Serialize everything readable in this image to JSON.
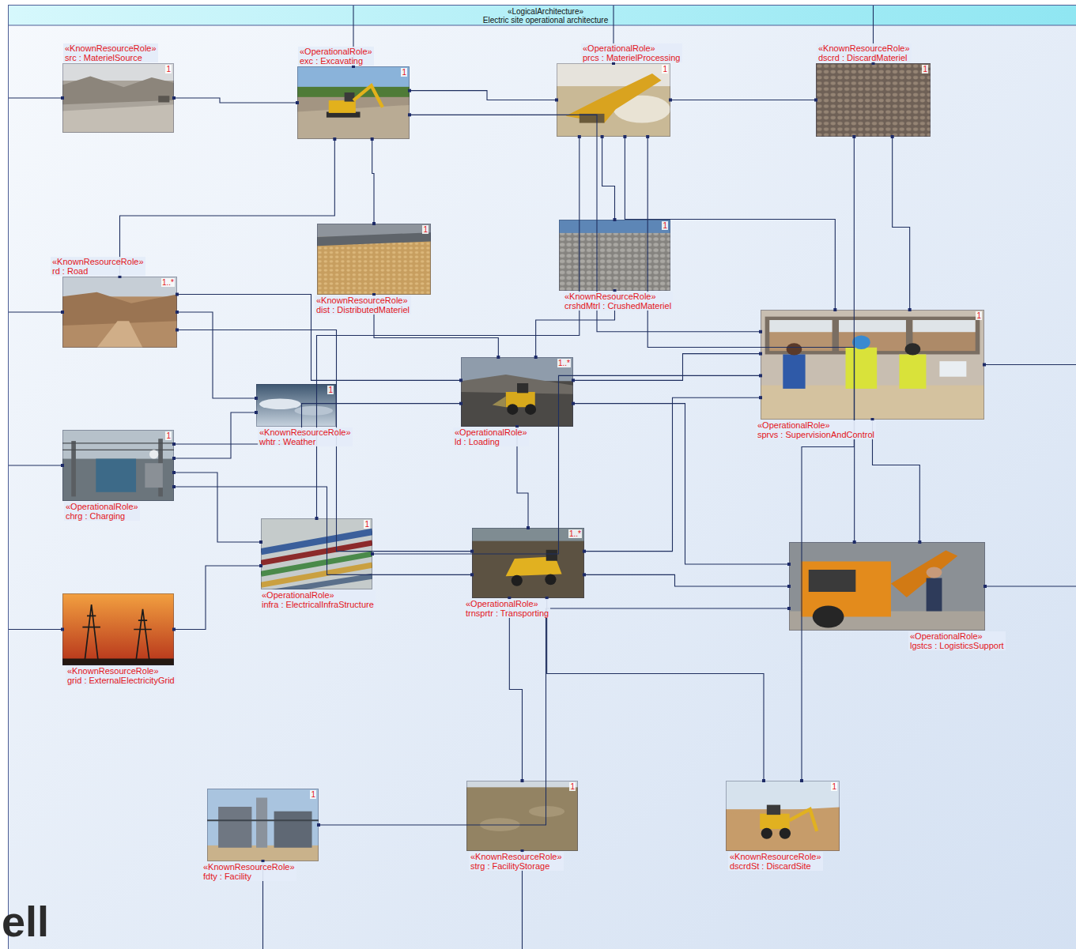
{
  "diagram": {
    "nodes": [
      {
        "text": [
          "«LogicalArchitecture»",
          "Electric site operational architecture"
        ]
      },
      {
        "text": [
          "«KnownResourceRole»",
          "src : MaterielSource",
          "1"
        ],
        "in": 0
      },
      {
        "text": [
          "«OperationalRole»",
          "exc : Excavating",
          "1"
        ],
        "in": 0
      },
      {
        "text": [
          "«OperationalRole»",
          "prcs : MaterielProcessing",
          "1"
        ],
        "in": 0
      },
      {
        "text": [
          "«KnownResourceRole»",
          "dscrd : DiscardMateriel",
          "1"
        ],
        "in": 0
      },
      {
        "text": [
          "«KnownResourceRole»",
          "rd : Road",
          "1..*"
        ],
        "in": 0
      },
      {
        "text": [
          "«KnownResourceRole»",
          "dist : DistributedMateriel",
          "1"
        ],
        "in": 0
      },
      {
        "text": [
          "«KnownResourceRole»",
          "crshdMtrl : CrushedMateriel",
          "1"
        ],
        "in": 0
      },
      {
        "text": [
          "«OperationalRole»",
          "sprvs : SupervisionAndControl",
          "1"
        ],
        "in": 0
      },
      {
        "text": [
          "«OperationalRole»",
          "ld : Loading",
          "1..*"
        ],
        "in": 0
      },
      {
        "text": [
          "«KnownResourceRole»",
          "whtr : Weather",
          "1"
        ],
        "in": 0
      },
      {
        "text": [
          "«OperationalRole»",
          "chrg : Charging",
          "1"
        ],
        "in": 0
      },
      {
        "text": [
          "«OperationalRole»",
          "infra : ElectricalInfraStructure",
          "1"
        ],
        "in": 0
      },
      {
        "text": [
          "«OperationalRole»",
          "trnsprtr : Transporting",
          "1..*"
        ],
        "in": 0
      },
      {
        "text": [
          "«OperationalRole»",
          "lgstcs : LogisticsSupport"
        ],
        "in": 0
      },
      {
        "text": [
          "«KnownResourceRole»",
          "grid : ExternalElectricityGrid"
        ],
        "in": 0
      },
      {
        "text": [
          "«KnownResourceRole»",
          "fdty : Facility",
          "1"
        ],
        "in": 0
      },
      {
        "text": [
          "«KnownResourceRole»",
          "strg : FacilityStorage",
          "1"
        ],
        "in": 0
      },
      {
        "text": [
          "«KnownResourceRole»",
          "dscrdSt : DiscardSite",
          "1"
        ],
        "in": 0
      }
    ],
    "edges": [
      {
        "from": 1,
        "to": 2,
        "arrow": "none"
      },
      {
        "from": 2,
        "to": 3,
        "arrow": "none"
      },
      {
        "from": 3,
        "to": 4,
        "arrow": "none"
      },
      {
        "from": 3,
        "to": 7,
        "arrow": "none"
      },
      {
        "from": 2,
        "to": 6,
        "arrow": "none"
      },
      {
        "from": 6,
        "to": 9,
        "arrow": "none"
      },
      {
        "from": 7,
        "to": 9,
        "arrow": "none"
      },
      {
        "from": 9,
        "to": 13,
        "arrow": "none"
      },
      {
        "from": 13,
        "to": 17,
        "arrow": "none"
      },
      {
        "from": 13,
        "to": 18,
        "arrow": "none"
      },
      {
        "from": 4,
        "to": 8,
        "arrow": "none"
      },
      {
        "from": 4,
        "to": 18,
        "arrow": "none"
      },
      {
        "from": 5,
        "to": 2,
        "arrow": "none"
      },
      {
        "from": 5,
        "to": 9,
        "arrow": "none"
      },
      {
        "from": 5,
        "to": 13,
        "arrow": "none"
      },
      {
        "from": 5,
        "to": 10,
        "arrow": "none"
      },
      {
        "from": 10,
        "to": 11,
        "arrow": "none"
      },
      {
        "from": 11,
        "to": 12,
        "arrow": "none"
      },
      {
        "from": 11,
        "to": 9,
        "arrow": "none"
      },
      {
        "from": 11,
        "to": 13,
        "arrow": "none"
      },
      {
        "from": 15,
        "to": 12,
        "arrow": "none"
      },
      {
        "from": 12,
        "to": 3,
        "arrow": "none"
      },
      {
        "from": 12,
        "to": 8,
        "arrow": "none"
      },
      {
        "from": 8,
        "to": 2,
        "arrow": "none"
      },
      {
        "from": 8,
        "to": 3,
        "arrow": "none"
      },
      {
        "from": 8,
        "to": 9,
        "arrow": "none"
      },
      {
        "from": 8,
        "to": 13,
        "arrow": "none"
      },
      {
        "from": 8,
        "to": 14,
        "arrow": "none"
      },
      {
        "from": 14,
        "to": 9,
        "arrow": "none"
      },
      {
        "from": 14,
        "to": 13,
        "arrow": "none"
      },
      {
        "from": 14,
        "to": 3,
        "arrow": "none"
      },
      {
        "from": 14,
        "to": 16,
        "arrow": "none"
      },
      {
        "from": 1,
        "to": 0,
        "arrow": "none"
      },
      {
        "from": 5,
        "to": 0,
        "arrow": "none"
      },
      {
        "from": 11,
        "to": 0,
        "arrow": "none"
      },
      {
        "from": 15,
        "to": 0,
        "arrow": "none"
      },
      {
        "from": 16,
        "to": 0,
        "arrow": "none"
      },
      {
        "from": 17,
        "to": 0,
        "arrow": "none"
      },
      {
        "from": 8,
        "to": 0,
        "arrow": "none"
      },
      {
        "from": 14,
        "to": 0,
        "arrow": "none"
      },
      {
        "from": 3,
        "to": 0,
        "arrow": "none"
      },
      {
        "from": 2,
        "to": 0,
        "arrow": "none"
      },
      {
        "from": 4,
        "to": 0,
        "arrow": "none"
      }
    ],
    "labels": [
      "ell"
    ]
  }
}
